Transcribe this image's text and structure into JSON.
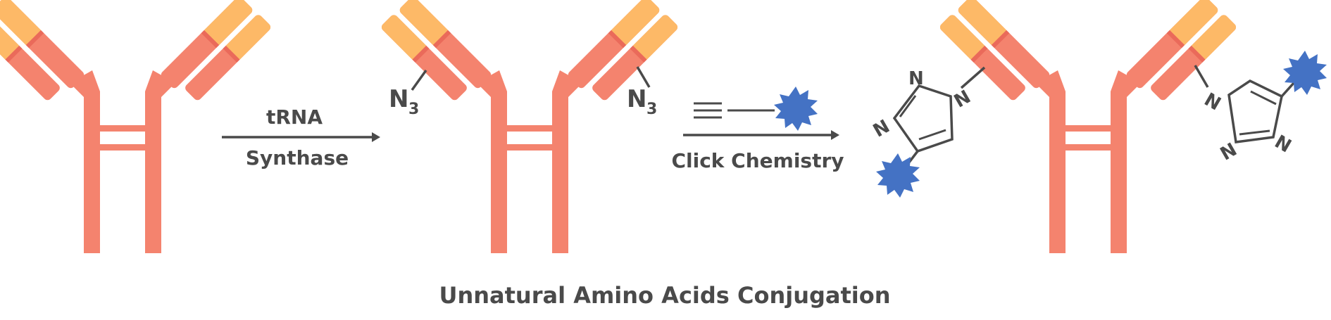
{
  "step1": {
    "top": "tRNA",
    "bottom": "Synthase"
  },
  "azide": {
    "main": "N",
    "sub": "3"
  },
  "step2": {
    "label": "Click Chemistry"
  },
  "triazole_atom": "N",
  "caption": "Unnatural Amino Acids Conjugation",
  "colors": {
    "antibody_body": "#F4836E",
    "antibody_tip": "#FDB967",
    "antibody_joint": "#EA6A5A",
    "payload": "#4472C4",
    "line": "#4a4a4a"
  }
}
